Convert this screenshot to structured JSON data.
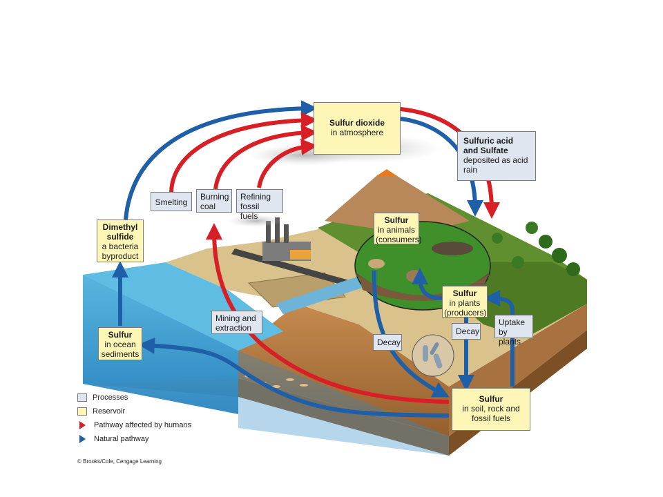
{
  "reservoirs": {
    "sulfur_dioxide": {
      "title": "Sulfur dioxide",
      "sub": "in atmosphere"
    },
    "dimethyl_sulfide": {
      "title": "Dimethyl sulfide",
      "sub": "a bacteria byproduct"
    },
    "ocean_sediments": {
      "title": "Sulfur",
      "sub": "in ocean sediments"
    },
    "animals": {
      "title": "Sulfur",
      "sub": "in animals (consumers)"
    },
    "plants": {
      "title": "Sulfur",
      "sub": "in plants (producers)"
    },
    "soil": {
      "title": "Sulfur",
      "sub": "in soil, rock and fossil fuels"
    }
  },
  "processes": {
    "acid_rain": {
      "title": "Sulfuric acid and Sulfate",
      "sub": "deposited as acid rain"
    },
    "smelting": "Smelting",
    "burning_coal": "Burning coal",
    "refining": "Refining fossil fuels",
    "mining": "Mining and extraction",
    "decay_left": "Decay",
    "decay_right": "Decay",
    "uptake": "Uptake by plants"
  },
  "legend": {
    "processes": "Processes",
    "reservoir": "Reservoir",
    "human": "Pathway affected by humans",
    "natural": "Natural pathway"
  },
  "credit": "© Brooks/Cole, Cengage Learning",
  "colors": {
    "human_arrow": "#d81f26",
    "natural_arrow": "#1f5fa8",
    "reservoir": "#fdf6b7",
    "process": "#dfe6ef",
    "ocean": "#3a9fd0",
    "soil": "#b07a45",
    "grass": "#5f8f2e"
  }
}
